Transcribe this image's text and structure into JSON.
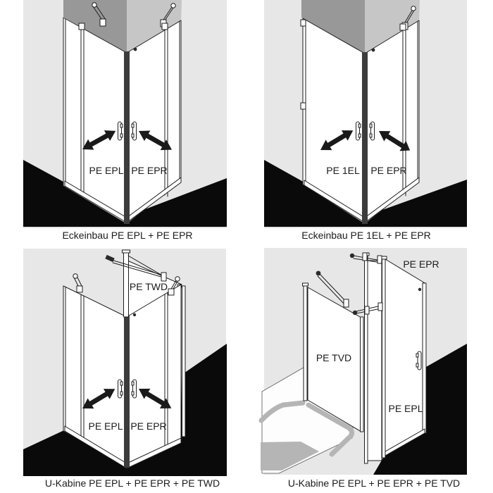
{
  "figure": {
    "type": "shower-enclosure-installation-diagrams",
    "rows": 2,
    "cols": 2
  },
  "colors": {
    "page_background": "#ffffff",
    "wall_background": "#e7e7e7",
    "wall_corner_dark": "#989898",
    "wall_corner_light": "#c6c6c6",
    "floor_black": "#0a0a0a",
    "tray_gray": "#b5b5b5",
    "line": "#1c1c1c"
  },
  "panels": [
    {
      "id": "top-left",
      "caption": "Eckeinbau PE EPL + PE EPR",
      "labels": {
        "left_door": "PE EPL",
        "right_door": "PE EPR"
      }
    },
    {
      "id": "top-right",
      "caption": "Eckeinbau PE 1EL + PE EPR",
      "labels": {
        "left_door": "PE 1EL",
        "right_door": "PE EPR"
      }
    },
    {
      "id": "bottom-left",
      "caption": "U-Kabine PE EPL + PE EPR + PE TWD",
      "labels": {
        "left_door": "PE EPL",
        "right_door": "PE EPR",
        "rear_panel": "PE TWD"
      }
    },
    {
      "id": "bottom-right",
      "caption": "U-Kabine PE EPL + PE EPR + PE TVD",
      "labels": {
        "door": "PE EPL",
        "top_panel": "PE EPR",
        "side_panel": "PE TVD"
      }
    }
  ]
}
